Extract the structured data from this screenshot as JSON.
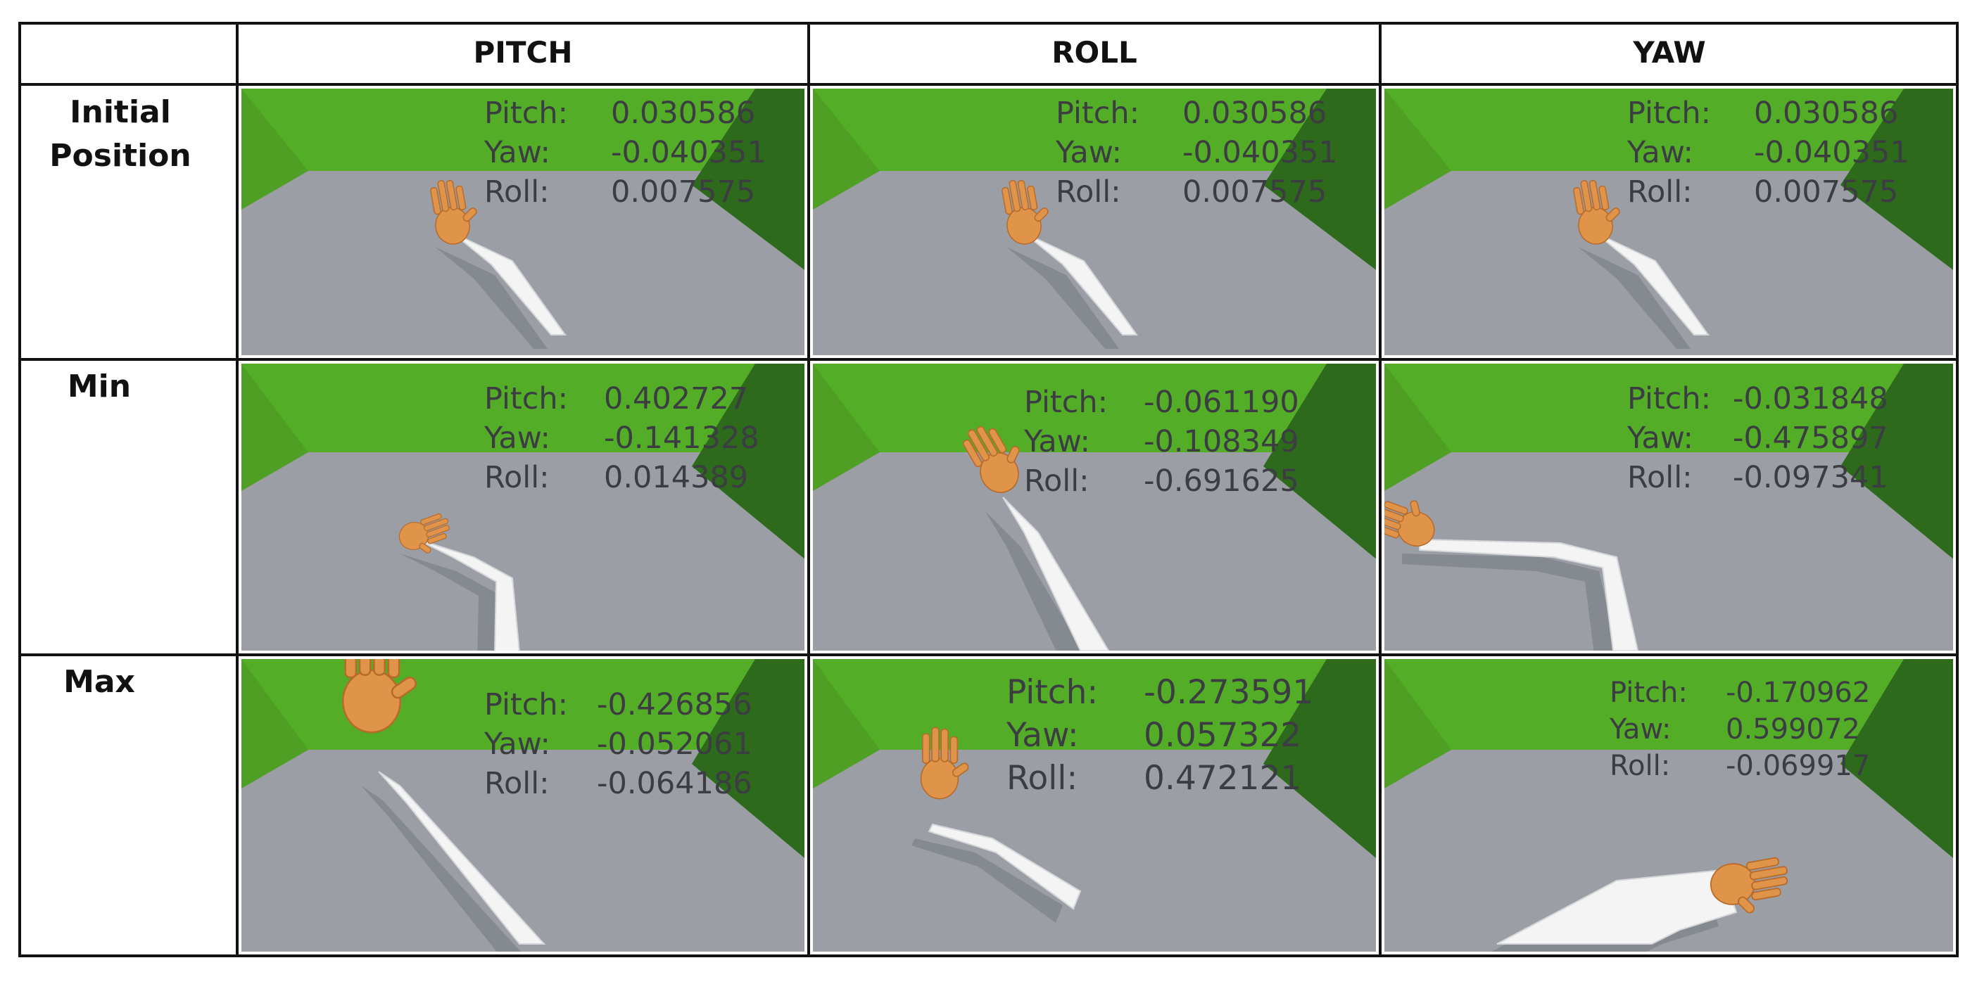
{
  "columns": [
    {
      "key": "pitch",
      "label": "PITCH"
    },
    {
      "key": "roll",
      "label": "ROLL"
    },
    {
      "key": "yaw",
      "label": "YAW"
    }
  ],
  "rows": [
    {
      "key": "initial",
      "label": "Initial Position"
    },
    {
      "key": "min",
      "label": "Min"
    },
    {
      "key": "max",
      "label": "Max"
    }
  ],
  "readout_labels": {
    "pitch": "Pitch:",
    "yaw": "Yaw:",
    "roll": "Roll:"
  },
  "values": {
    "initial": {
      "pitch": {
        "pitch": "0.030586",
        "yaw": "-0.040351",
        "roll": "0.007575"
      },
      "roll": {
        "pitch": "0.030586",
        "yaw": "-0.040351",
        "roll": "0.007575"
      },
      "yaw": {
        "pitch": "0.030586",
        "yaw": "-0.040351",
        "roll": "0.007575"
      }
    },
    "min": {
      "pitch": {
        "pitch": "0.402727",
        "yaw": "-0.141328",
        "roll": "0.014389"
      },
      "roll": {
        "pitch": "-0.061190",
        "yaw": "-0.108349",
        "roll": "-0.691625"
      },
      "yaw": {
        "pitch": "-0.031848",
        "yaw": "-0.475897",
        "roll": "-0.097341"
      }
    },
    "max": {
      "pitch": {
        "pitch": "-0.426856",
        "yaw": "-0.052061",
        "roll": "-0.064186"
      },
      "roll": {
        "pitch": "-0.273591",
        "yaw": "0.057322",
        "roll": "0.472121"
      },
      "yaw": {
        "pitch": "-0.170962",
        "yaw": "0.599072",
        "roll": "-0.069917"
      }
    }
  },
  "colors": {
    "wall": "#54ad27",
    "wall_dark": "#2d6a1b",
    "floor": "#9b9ea4",
    "hand": "#e0944a",
    "arm": "#f4f4f4",
    "grid": "#111111"
  }
}
